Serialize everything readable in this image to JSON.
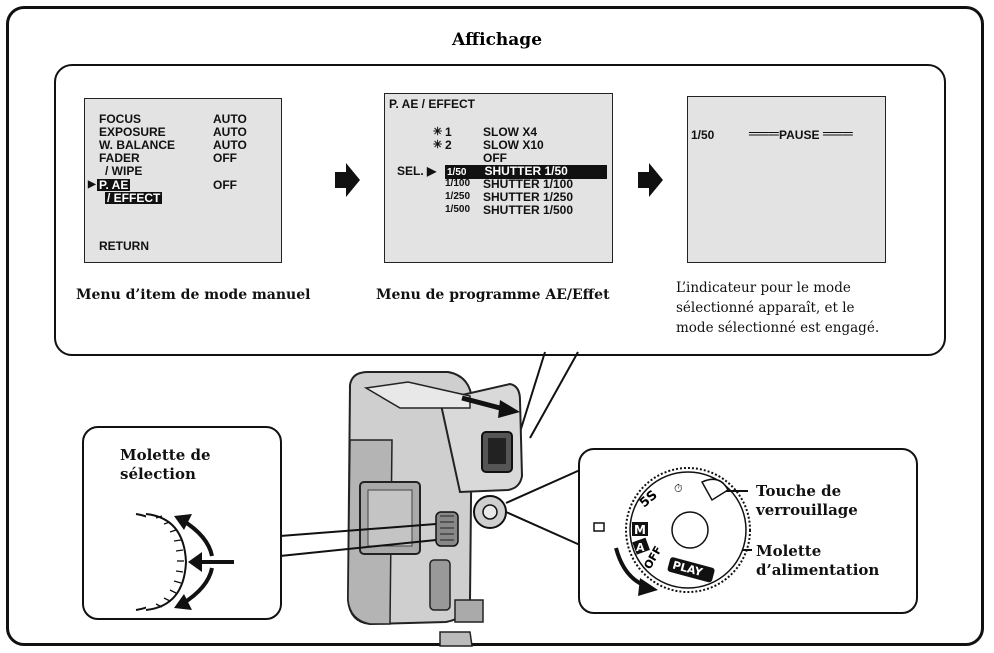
{
  "title": "Affichage",
  "screen1": {
    "rows": [
      {
        "label": "FOCUS",
        "value": "AUTO"
      },
      {
        "label": "EXPOSURE",
        "value": "AUTO"
      },
      {
        "label": "W. BALANCE",
        "value": "AUTO"
      },
      {
        "label": "FADER",
        "value": "OFF"
      },
      {
        "label": "/ WIPE",
        "value": ""
      },
      {
        "label": "P. AE",
        "value": "OFF"
      },
      {
        "label": "/ EFFECT",
        "value": ""
      }
    ],
    "cursor": "▶",
    "return": "RETURN"
  },
  "screen2": {
    "header": "P. AE / EFFECT",
    "sel_label": "SEL. ▶",
    "rows": [
      {
        "left": "1",
        "text": "SLOW X4"
      },
      {
        "left": "2",
        "text": "SLOW X10"
      },
      {
        "left": "",
        "text": "OFF"
      },
      {
        "left": "1/50",
        "text": "SHUTTER  1/50"
      },
      {
        "left": "1/100",
        "text": "SHUTTER  1/100"
      },
      {
        "left": "1/250",
        "text": "SHUTTER  1/250"
      },
      {
        "left": "1/500",
        "text": "SHUTTER  1/500"
      }
    ]
  },
  "screen3": {
    "speed": "1/50",
    "status": "PAUSE"
  },
  "captions": {
    "c1": "Menu d’item de mode manuel",
    "c2": "Menu de programme AE/Effet",
    "c3": [
      "L’indicateur pour le mode",
      "sélectionné apparaît, et le",
      "mode sélectionné est engagé."
    ]
  },
  "left_callout": [
    "Molette de",
    "sélection"
  ],
  "right_callout": {
    "lock": [
      "Touche de",
      "verrouillage"
    ],
    "power": [
      "Molette",
      "d’alimentation"
    ],
    "dial_labels": [
      "5S",
      "M",
      "A",
      "OFF",
      "PLAY"
    ]
  }
}
